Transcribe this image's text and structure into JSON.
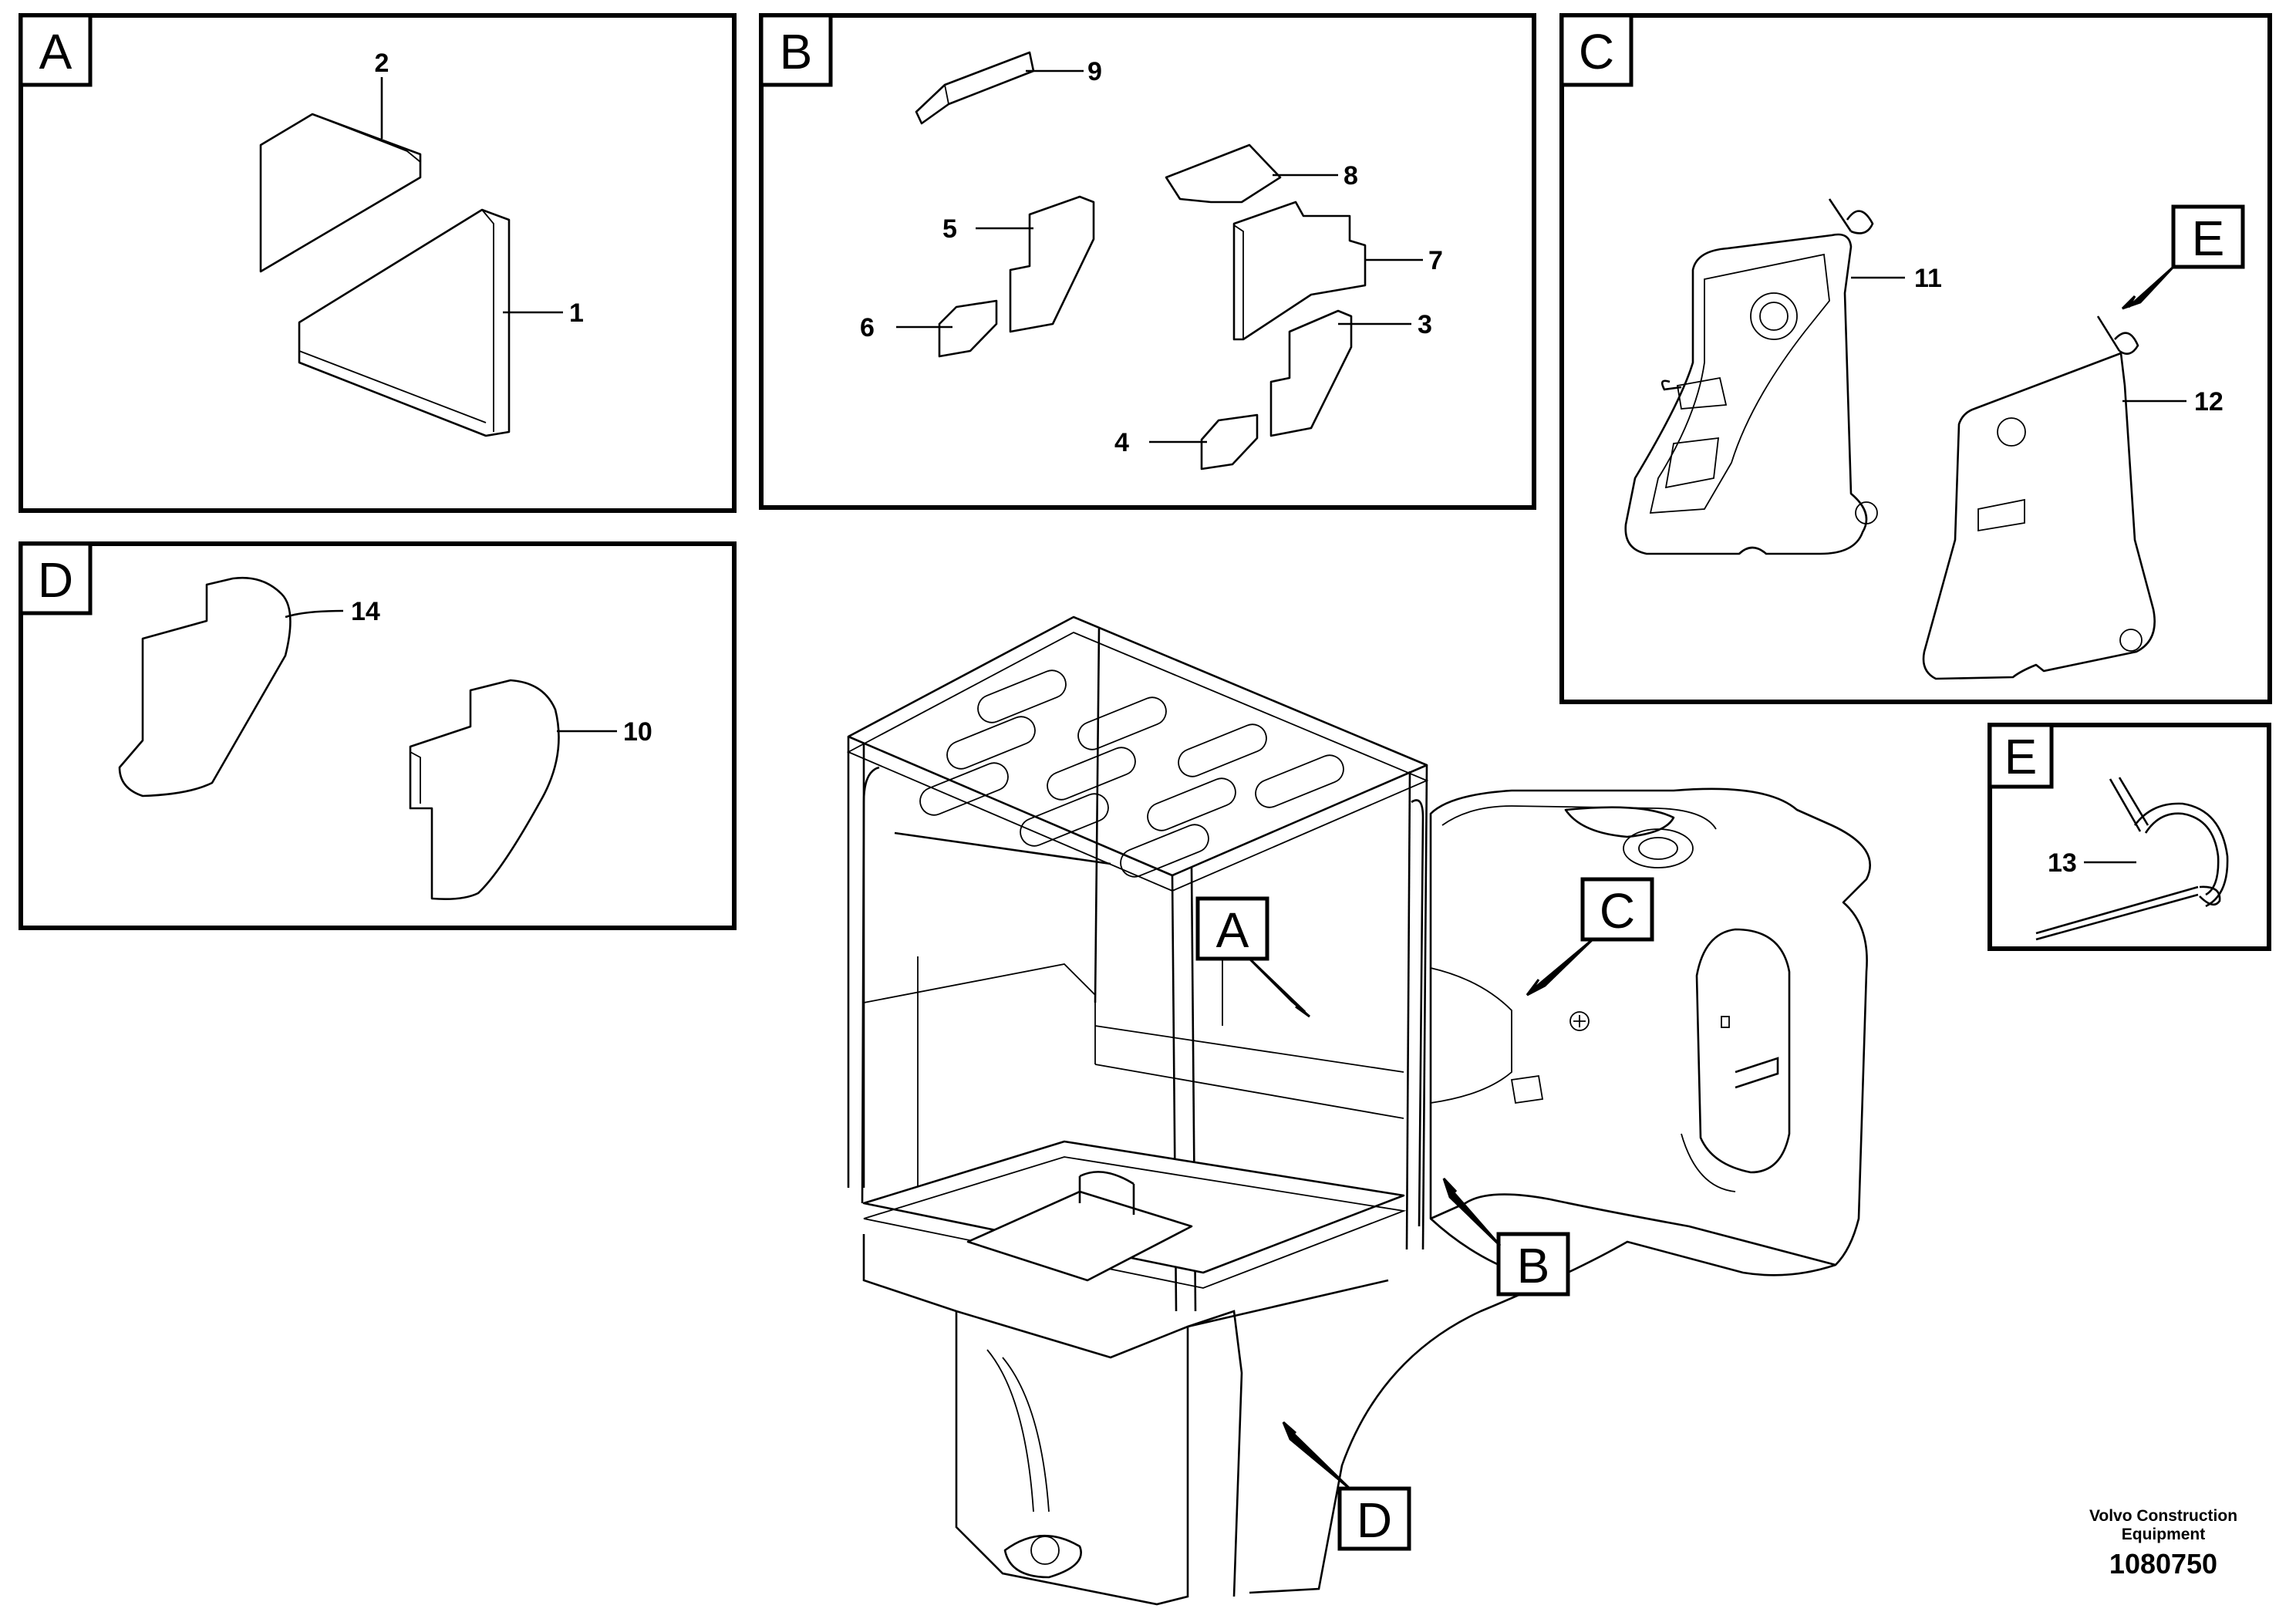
{
  "panels": {
    "A": {
      "letter": "A",
      "parts": [
        "2",
        "1"
      ]
    },
    "B": {
      "letter": "B",
      "parts": [
        "9",
        "8",
        "5",
        "7",
        "6",
        "3",
        "4"
      ]
    },
    "C": {
      "letter": "C",
      "parts": [
        "11",
        "12"
      ],
      "detail_ref": "E"
    },
    "D": {
      "letter": "D",
      "parts": [
        "14",
        "10"
      ]
    },
    "E": {
      "letter": "E",
      "parts": [
        "13"
      ]
    }
  },
  "main_view": {
    "callouts": [
      "A",
      "C",
      "B",
      "D"
    ]
  },
  "footer": {
    "credit_line1": "Volvo Construction",
    "credit_line2": "Equipment",
    "doc_number": "1080750"
  }
}
